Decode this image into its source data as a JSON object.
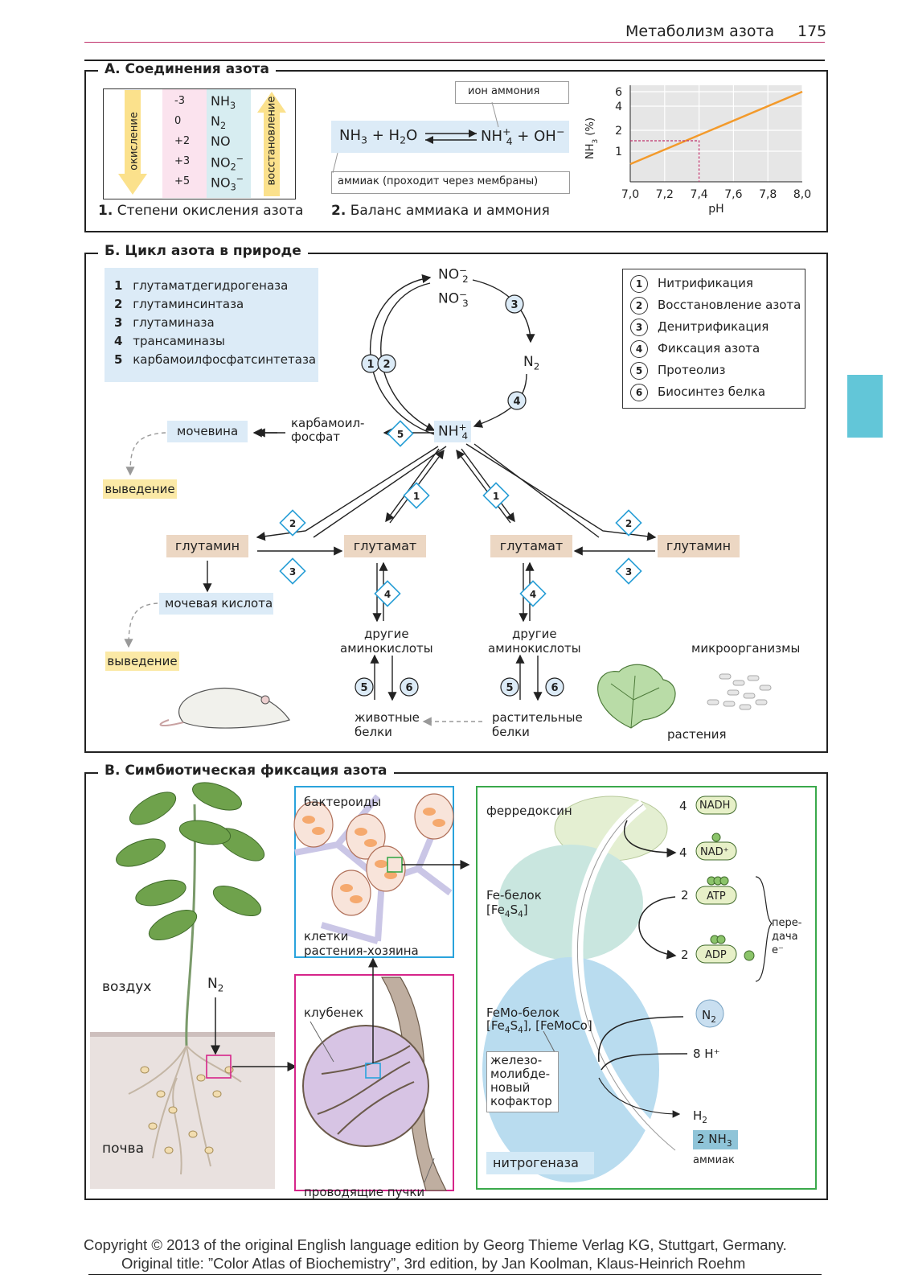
{
  "header": {
    "title": "Метаболизм азота",
    "page": "175"
  },
  "sectionA": {
    "title": "А. Соединения азота",
    "ox_label": "окисление",
    "red_label": "восстановление",
    "states": [
      {
        "num": "-3",
        "species": "NH3"
      },
      {
        "num": "0",
        "species": "N2"
      },
      {
        "num": "+2",
        "species": "NO"
      },
      {
        "num": "+3",
        "species": "NO2−"
      },
      {
        "num": "+5",
        "species": "NO3−"
      }
    ],
    "caption1_num": "1.",
    "caption1": "Степени окисления азота",
    "ion_label": "ион аммония",
    "ammonia_label": "аммиак (проходит через мембраны)",
    "caption2_num": "2.",
    "caption2": "Баланс аммиака и аммония"
  },
  "chart_data": {
    "type": "line",
    "x": [
      7.0,
      8.0
    ],
    "series": [
      {
        "values": [
          0.6,
          6.0
        ]
      }
    ],
    "xlabel": "pH",
    "ylabel": "NH3 (%)",
    "xticks": [
      "7,0",
      "7,2",
      "7,4",
      "7,6",
      "7,8",
      "8,0"
    ],
    "yticks": [
      "1",
      "2",
      "4",
      "6"
    ],
    "xlim": [
      7.0,
      8.0
    ],
    "annotation": {
      "x": 7.4,
      "y": 1.5
    },
    "line_color": "#f39a2b",
    "grid": true
  },
  "sectionB": {
    "title": "Б. Цикл азота в природе",
    "enzymes": [
      {
        "n": "1",
        "name": "глутаматдегидрогеназа"
      },
      {
        "n": "2",
        "name": "глутаминсинтаза"
      },
      {
        "n": "3",
        "name": "глутаминаза"
      },
      {
        "n": "4",
        "name": "трансаминазы"
      },
      {
        "n": "5",
        "name": "карбамоилфосфатсинтетаза"
      }
    ],
    "processes": [
      {
        "n": "1",
        "name": "Нитрификация"
      },
      {
        "n": "2",
        "name": "Восстановление азота"
      },
      {
        "n": "3",
        "name": "Денитрификация"
      },
      {
        "n": "4",
        "name": "Фиксация азота"
      },
      {
        "n": "5",
        "name": "Протеолиз"
      },
      {
        "n": "6",
        "name": "Биосинтез белка"
      }
    ],
    "urea": "мочевина",
    "carbamoyl_1": "карбамоил-",
    "carbamoyl_2": "фосфат",
    "excretion": "выведение",
    "glutamine": "глутамин",
    "glutamate": "глутамат",
    "uric_acid": "мочевая кислота",
    "other_1": "другие",
    "other_2": "аминокислоты",
    "animal_1": "животные",
    "animal_2": "белки",
    "plant_1": "растительные",
    "plant_2": "белки",
    "microorganisms": "микроорганизмы",
    "plants": "растения"
  },
  "sectionC": {
    "title": "В. Симбиотическая фиксация азота",
    "air": "воздух",
    "soil": "почва",
    "bacteroids": "бактероиды",
    "host_1": "клетки",
    "host_2": "растения-хозяина",
    "nodule": "клубенек",
    "vascular": "проводящие пучки",
    "ferredoxin": "ферредоксин",
    "fe_protein": "Fe-белок",
    "femo_protein": "FeMo-белок",
    "cofactor_1": "железо-",
    "cofactor_2": "молибде-",
    "cofactor_3": "новый",
    "cofactor_4": "кофактор",
    "nitrogenase": "нитрогеназа",
    "nadh": "NADH",
    "nad": "NAD⁺",
    "atp": "ATP",
    "adp": "ADP",
    "n4a": "4",
    "n4b": "4",
    "n2a": "2",
    "n2b": "2",
    "transfer_1": "пере-",
    "transfer_2": "дача",
    "transfer_3": "e⁻",
    "h_plus": "8 H⁺",
    "nh3_prod": "2 NH",
    "ammonia": "аммиак"
  },
  "footer": {
    "line1": "Copyright © 2013 of the original English language edition by Georg Thieme Verlag KG, Stuttgart, Germany.",
    "line2": "Original title: ”Color Atlas of Biochemistry”, 3rd edition, by Jan Koolman, Klaus-Heinrich Roehm"
  }
}
